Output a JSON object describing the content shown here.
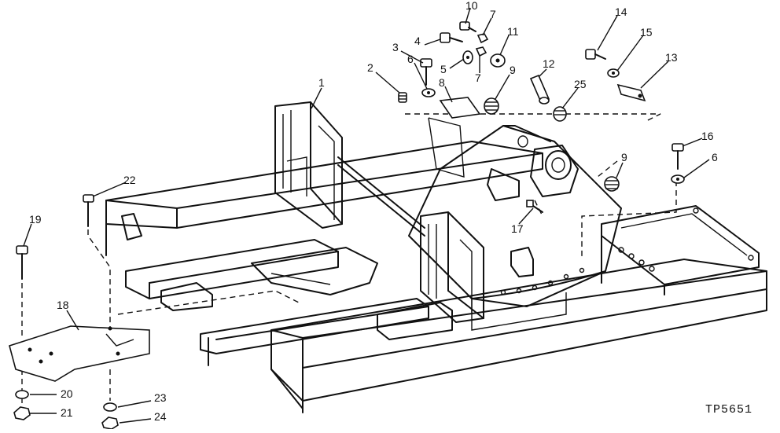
{
  "figure_code": "TP5651",
  "callouts": [
    "1",
    "2",
    "3",
    "4",
    "5",
    "6",
    "6",
    "7",
    "7",
    "8",
    "9",
    "9",
    "10",
    "11",
    "12",
    "13",
    "14",
    "15",
    "16",
    "17",
    "18",
    "19",
    "20",
    "21",
    "22",
    "23",
    "24",
    "25"
  ]
}
